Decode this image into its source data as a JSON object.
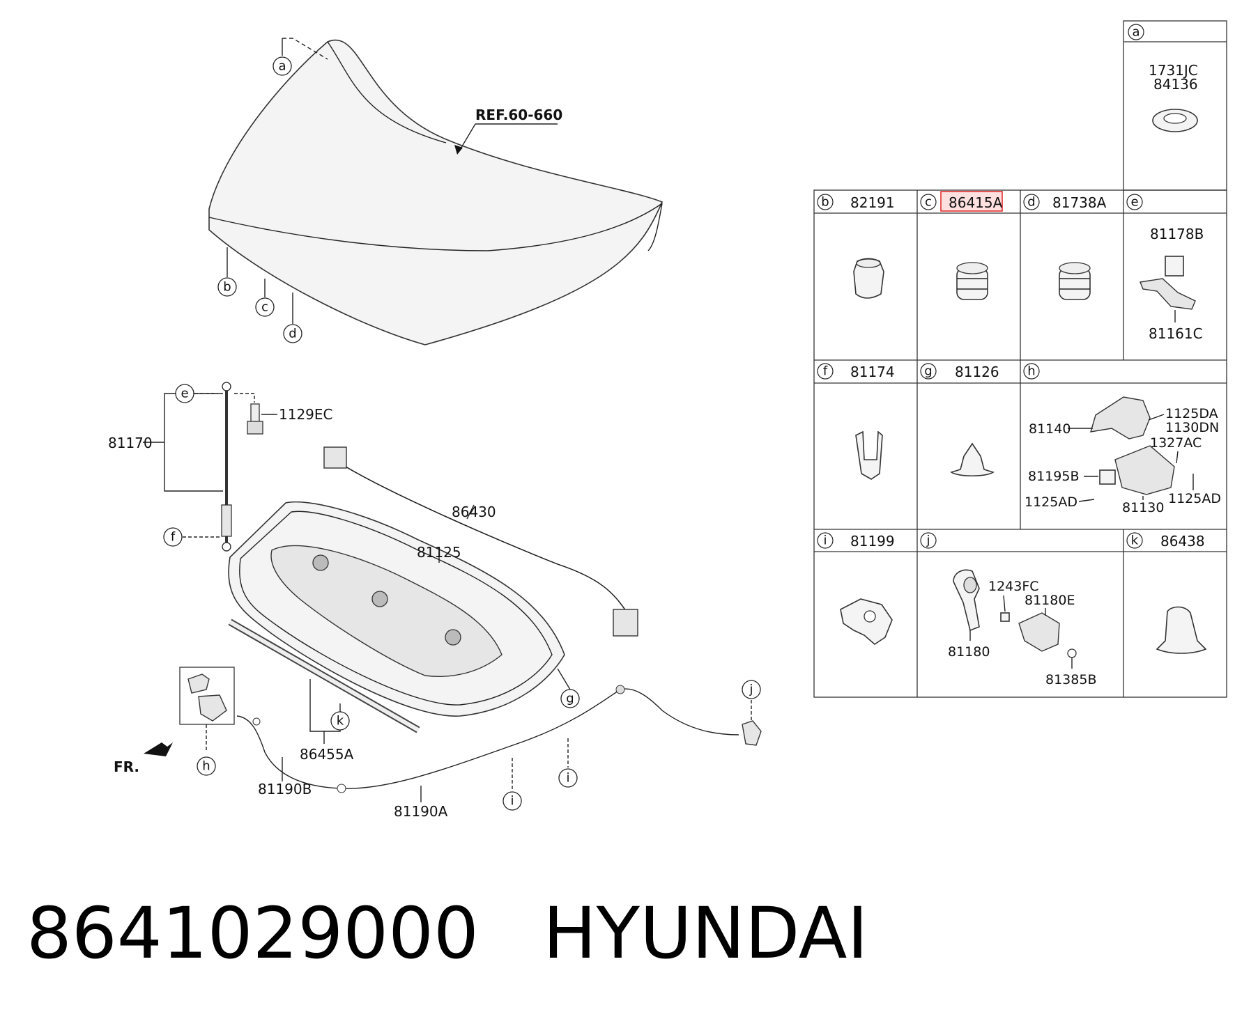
{
  "diagram": {
    "ref_label": "REF.60-660",
    "front_label": "FR.",
    "parts": {
      "stay_rod": "81170",
      "bolt": "1129EC",
      "seal": "86430",
      "insulator": "81125",
      "weatherstrip": "86455A",
      "cable_a": "81190A",
      "cable_b": "81190B"
    },
    "callouts": {
      "a": "a",
      "b": "b",
      "c": "c",
      "d": "d",
      "e": "e",
      "f": "f",
      "g": "g",
      "h": "h",
      "i": "i",
      "j": "j",
      "k": "k"
    }
  },
  "table": {
    "a": {
      "key": "a",
      "parts": [
        "1731JC",
        "84136"
      ]
    },
    "b": {
      "key": "b",
      "part": "82191"
    },
    "c": {
      "key": "c",
      "part": "86415A"
    },
    "d": {
      "key": "d",
      "part": "81738A"
    },
    "e": {
      "key": "e",
      "part_top": "81178B",
      "part_bottom": "81161C"
    },
    "f": {
      "key": "f",
      "part": "81174"
    },
    "g": {
      "key": "g",
      "part": "81126"
    },
    "h": {
      "key": "h",
      "parts": [
        "81140",
        "1125DA",
        "1130DN",
        "1327AC",
        "81195B",
        "1125AD",
        "81130",
        "1125AD"
      ]
    },
    "i": {
      "key": "i",
      "part": "81199"
    },
    "j": {
      "key": "j",
      "parts": [
        "1243FC",
        "81180E",
        "81180",
        "81385B"
      ]
    },
    "k": {
      "key": "k",
      "part": "86438"
    }
  },
  "footer": {
    "part_number": "8641029000",
    "brand": "HYUNDAI"
  }
}
